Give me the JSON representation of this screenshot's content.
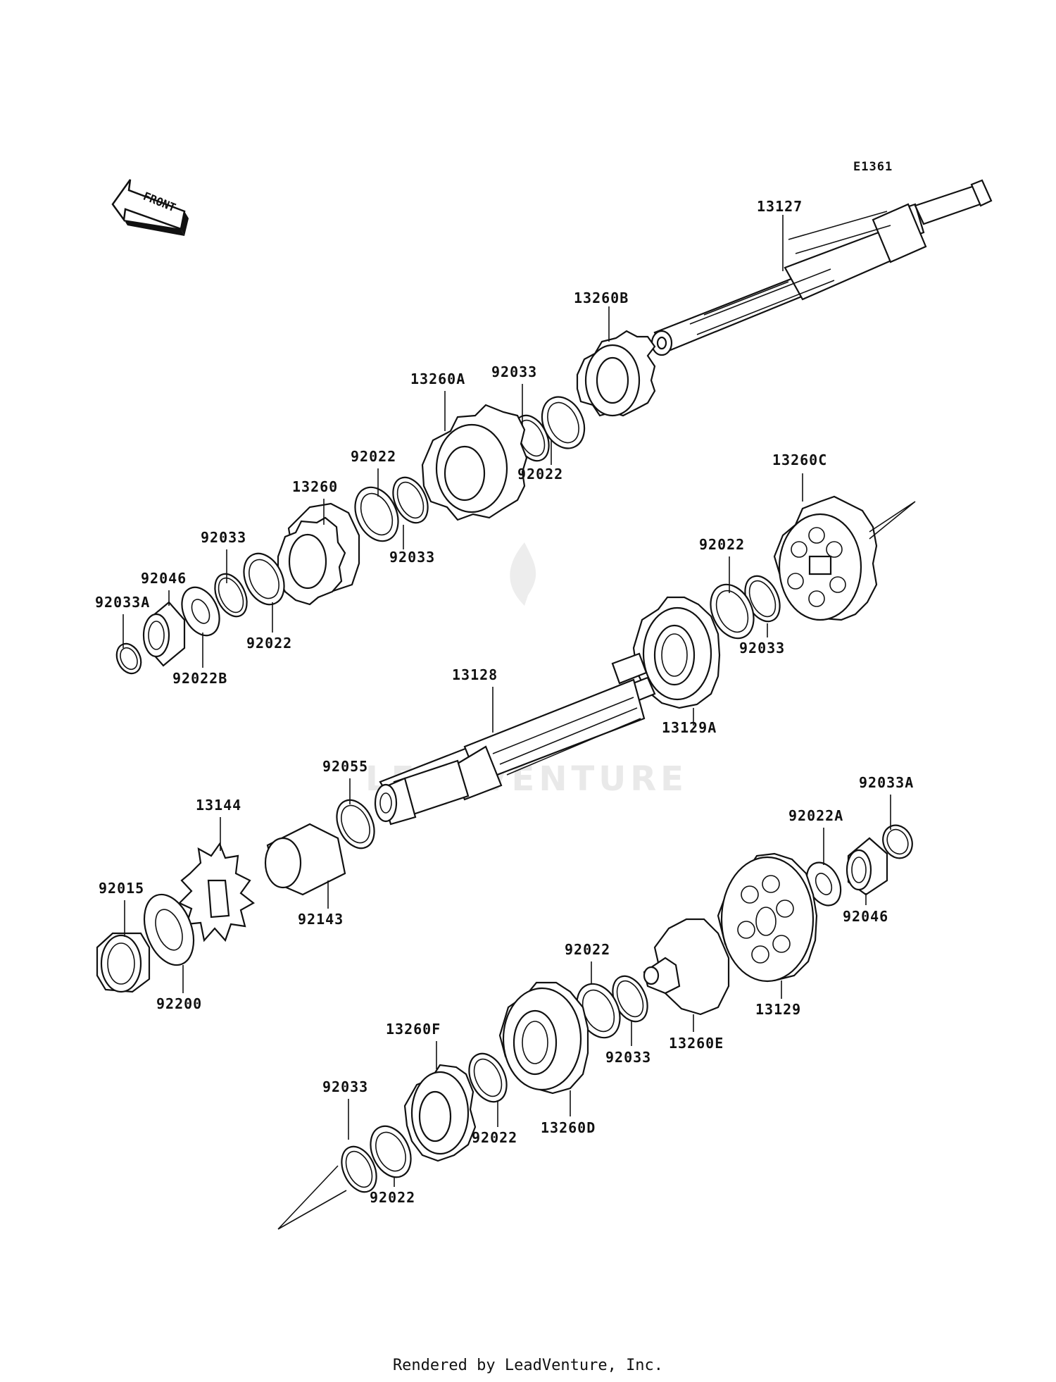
{
  "diagram": {
    "ref_code": "E1361",
    "front_label": "FRONT",
    "watermark": "LEADVENTURE",
    "footer": "Rendered by LeadVenture, Inc.",
    "labels": [
      {
        "id": "l1",
        "text": "13127"
      },
      {
        "id": "l2",
        "text": "13260B"
      },
      {
        "id": "l3",
        "text": "92033"
      },
      {
        "id": "l4",
        "text": "13260A"
      },
      {
        "id": "l5",
        "text": "92022"
      },
      {
        "id": "l6",
        "text": "13260"
      },
      {
        "id": "l7",
        "text": "92022"
      },
      {
        "id": "l8",
        "text": "92033"
      },
      {
        "id": "l9",
        "text": "92033"
      },
      {
        "id": "l10",
        "text": "92046"
      },
      {
        "id": "l11",
        "text": "92033A"
      },
      {
        "id": "l12",
        "text": "92022"
      },
      {
        "id": "l13",
        "text": "92022B"
      },
      {
        "id": "l14",
        "text": "13260C"
      },
      {
        "id": "l15",
        "text": "92022"
      },
      {
        "id": "l16",
        "text": "92033"
      },
      {
        "id": "l17",
        "text": "13128"
      },
      {
        "id": "l18",
        "text": "13129A"
      },
      {
        "id": "l19",
        "text": "92055"
      },
      {
        "id": "l20",
        "text": "13144"
      },
      {
        "id": "l21",
        "text": "92143"
      },
      {
        "id": "l22",
        "text": "92015"
      },
      {
        "id": "l23",
        "text": "92200"
      },
      {
        "id": "l24",
        "text": "92033A"
      },
      {
        "id": "l25",
        "text": "92022A"
      },
      {
        "id": "l26",
        "text": "92046"
      },
      {
        "id": "l27",
        "text": "13129"
      },
      {
        "id": "l28",
        "text": "92022"
      },
      {
        "id": "l29",
        "text": "92033"
      },
      {
        "id": "l30",
        "text": "13260E"
      },
      {
        "id": "l31",
        "text": "13260F"
      },
      {
        "id": "l32",
        "text": "13260D"
      },
      {
        "id": "l33",
        "text": "92022"
      },
      {
        "id": "l34",
        "text": "92033"
      },
      {
        "id": "l35",
        "text": "92022"
      }
    ]
  }
}
